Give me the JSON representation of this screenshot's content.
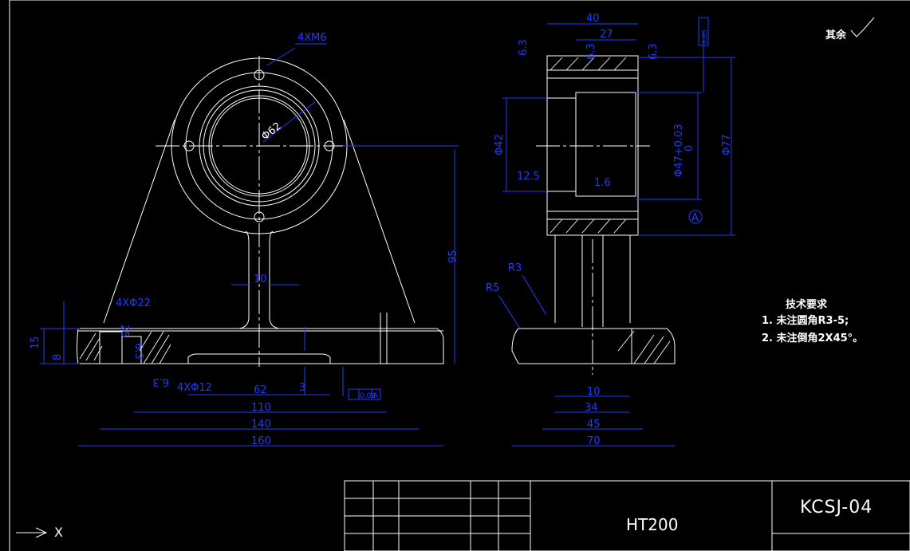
{
  "drawing": {
    "material": "HT200",
    "drawing_number": "KCSJ-04",
    "roughness_note_label": "其余",
    "tech_requirements": {
      "title": "技术要求",
      "items": [
        "1. 未注圆角R3-5;",
        "2. 未注倒角2X45°。"
      ]
    },
    "axis_label": "X",
    "front_view": {
      "labels": {
        "thread": "4XM6",
        "bore": "Φ62",
        "w10": "10",
        "h95": "95",
        "holes_label": "4XΦ22",
        "r25": "25",
        "r63a": "6.3",
        "r63b": "6.3",
        "h15": "15",
        "h8": "8",
        "holes12": "4XΦ12",
        "w62": "62",
        "h3": "3",
        "flatness": "0.08",
        "datum": "A",
        "w110": "110",
        "w140": "140",
        "w160": "160"
      }
    },
    "side_view": {
      "labels": {
        "w40": "40",
        "w27": "27",
        "r63c": "6.3",
        "r63d": "6.3",
        "r63e": "6.3",
        "tol": "0.05",
        "d42": "Φ42",
        "r125": "12.5",
        "r16": "1.6",
        "d47": "Φ47+0.03",
        "d47b": "0",
        "d77": "Φ77",
        "datumA": "A",
        "rad3": "R3",
        "rad5": "R5",
        "w10b": "10",
        "w34": "34",
        "w45": "45",
        "w70": "70"
      }
    }
  }
}
